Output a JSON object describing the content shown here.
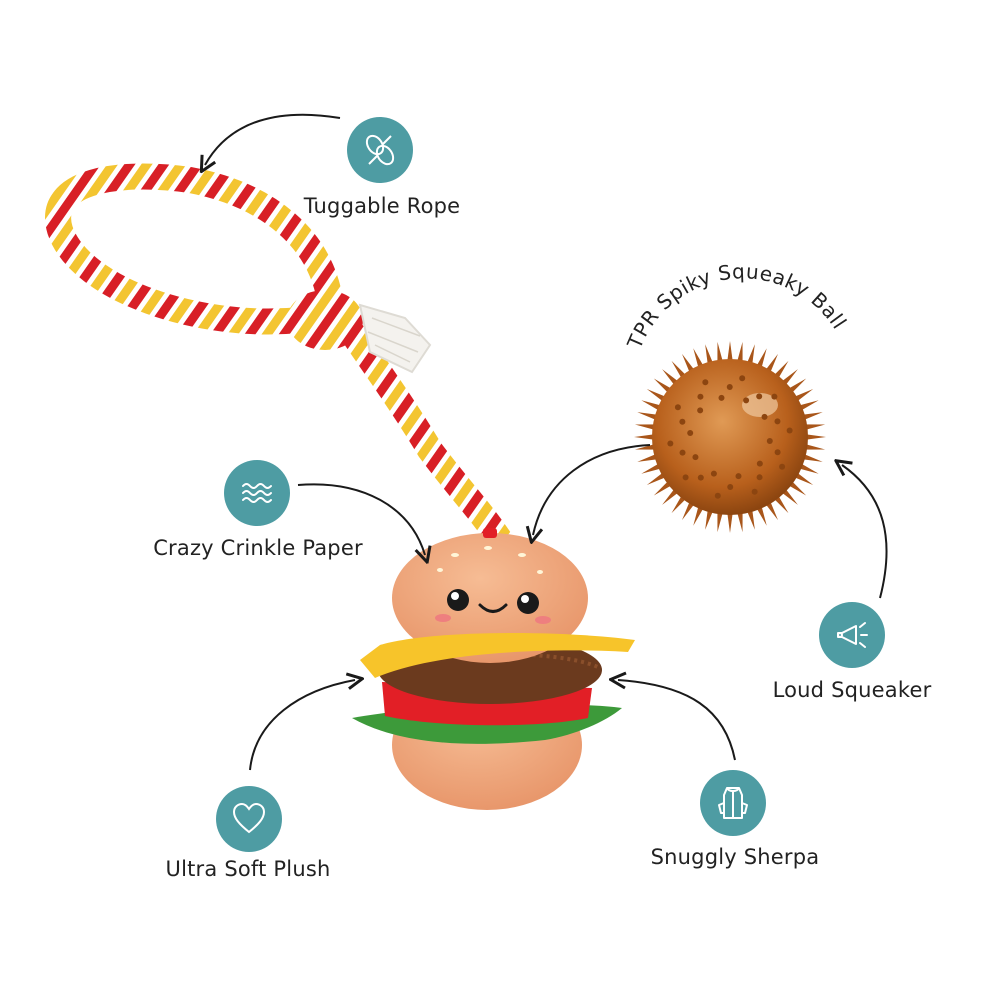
{
  "features": {
    "rope": {
      "label": "Tuggable Rope",
      "icon": "rope-coil-icon"
    },
    "crinkle": {
      "label": "Crazy Crinkle Paper",
      "icon": "wave-lines-icon"
    },
    "plush": {
      "label": "Ultra Soft Plush",
      "icon": "heart-icon"
    },
    "sherpa": {
      "label": "Snuggly Sherpa",
      "icon": "vest-icon"
    },
    "squeaker": {
      "label": "Loud Squeaker",
      "icon": "horn-icon"
    },
    "ball": {
      "label": "TPR Spiky Squeaky Ball"
    }
  },
  "colors": {
    "badge": "#4e9ca3",
    "rope_red": "#d81f26",
    "rope_yellow": "#f3c531",
    "bun": "#f0a77e",
    "patty": "#6b3a1e",
    "cheese": "#f7c42a",
    "tomato": "#e21f26",
    "lettuce": "#3d9a3a",
    "ball": "#b8601c"
  }
}
